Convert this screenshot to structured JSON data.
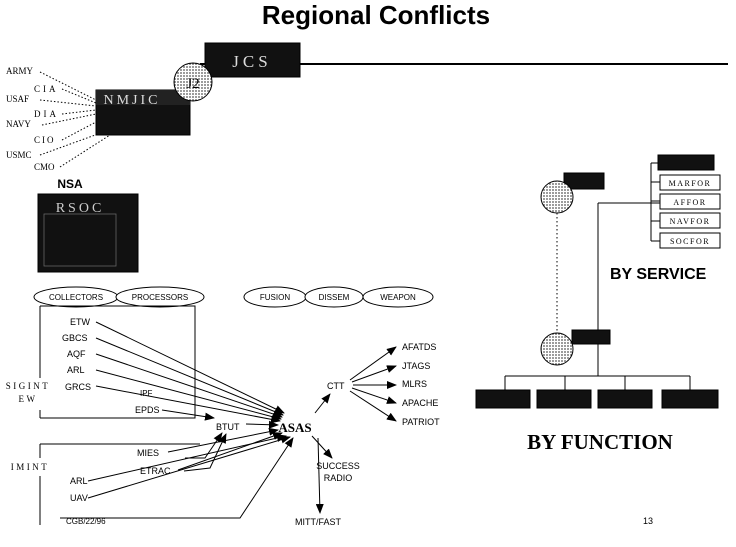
{
  "title": "Regional Conflicts",
  "top": {
    "jcs": "JCS",
    "j2": "J2",
    "nmjic": "NMJIC",
    "agencies": [
      "ARMY",
      "CIA",
      "USAF",
      "DIA",
      "NAVY",
      "CIO",
      "USMC",
      "CMO"
    ],
    "nsa": "NSA",
    "rsoc": "RSOC"
  },
  "by_service": {
    "label": "BY SERVICE",
    "components": [
      "MARFOR",
      "AFFOR",
      "NAVFOR",
      "SOCFOR"
    ]
  },
  "by_function": {
    "label": "BY FUNCTION"
  },
  "bubbles": {
    "collectors": "COLLECTORS",
    "processors": "PROCESSORS",
    "fusion": "FUSION",
    "dissem": "DISSEM",
    "weapon": "WEAPON"
  },
  "sigint": {
    "label_lines": [
      "SIGINT",
      "EW"
    ],
    "sensors": [
      "ETW",
      "GBCS",
      "AQF",
      "ARL",
      "GRCS"
    ],
    "ipf": "IPF",
    "epds": "EPDS"
  },
  "imint": {
    "label": "IMINT",
    "sensors": [
      "MIES",
      "ETRAC",
      "ARL",
      "UAV"
    ]
  },
  "hub": {
    "asas": "ASAS",
    "btut": "BTUT",
    "ctt": "CTT",
    "outputs": [
      "AFATDS",
      "JTAGS",
      "MLRS",
      "APACHE",
      "PATRIOT"
    ],
    "success_radio": [
      "SUCCESS",
      "RADIO"
    ],
    "mitt": "MITT/FAST"
  },
  "footer": {
    "code": "CGB/22/96",
    "page": "13"
  }
}
